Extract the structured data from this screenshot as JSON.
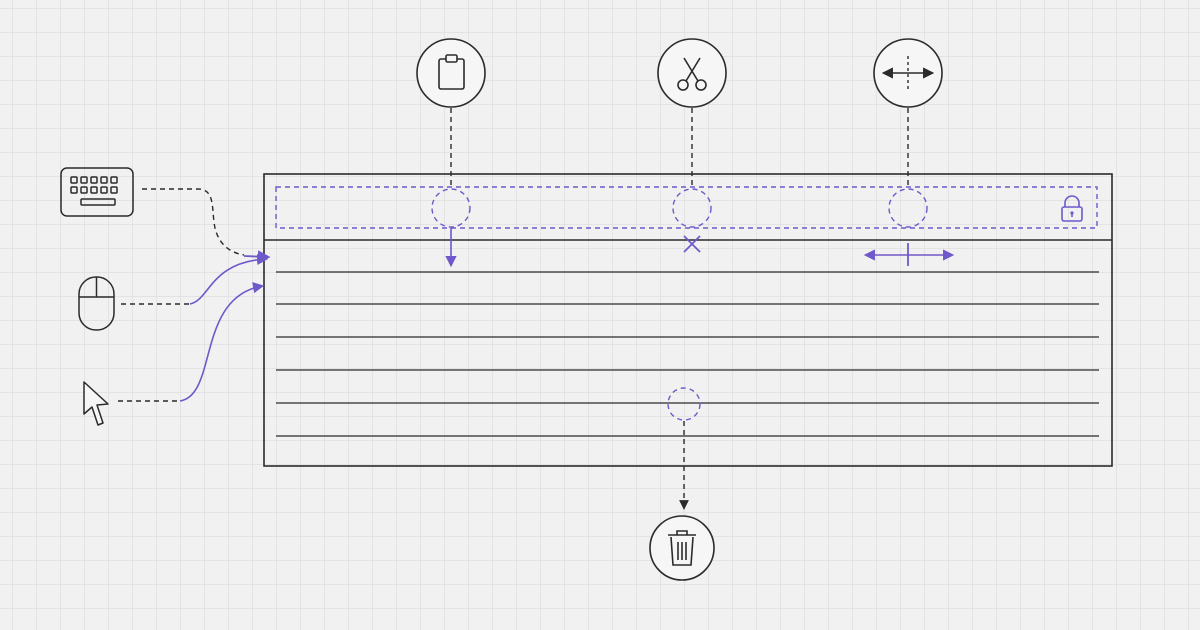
{
  "colors": {
    "ink": "#2b2b2b",
    "accent": "#6f58c9",
    "background": "#f1f1f1",
    "grid": "#e3e3e3"
  },
  "input_devices": [
    {
      "name": "keyboard-icon",
      "kind": "keyboard"
    },
    {
      "name": "mouse-icon",
      "kind": "mouse"
    },
    {
      "name": "pointer-cursor-icon",
      "kind": "cursor"
    }
  ],
  "actions": [
    {
      "name": "clipboard-icon",
      "kind": "paste",
      "target": "header-handle"
    },
    {
      "name": "scissors-icon",
      "kind": "cut",
      "target": "header-handle"
    },
    {
      "name": "resize-column-icon",
      "kind": "resize",
      "target": "header-handle"
    },
    {
      "name": "trash-icon",
      "kind": "delete",
      "target": "row-handle"
    }
  ],
  "header": {
    "locked": true,
    "lock_icon": "lock-icon"
  },
  "table": {
    "row_count": 6
  }
}
